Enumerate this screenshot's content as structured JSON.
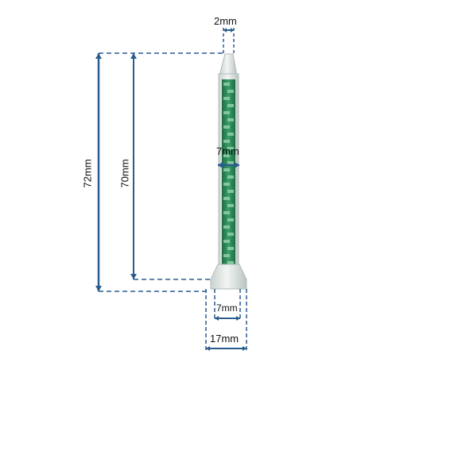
{
  "colors": {
    "dimension_line": "#2a5b8f",
    "nozzle_body": "#d9e2df",
    "nozzle_tip": "#e6ece9",
    "mixer_element": "#2f8f5a",
    "mixer_highlight": "#8fd0a8"
  },
  "labels": {
    "tip_width": "2mm",
    "body_width": "7mm",
    "length_total": "72mm",
    "length_body": "70mm",
    "base_inner": "7mm",
    "base_outer": "17mm"
  }
}
